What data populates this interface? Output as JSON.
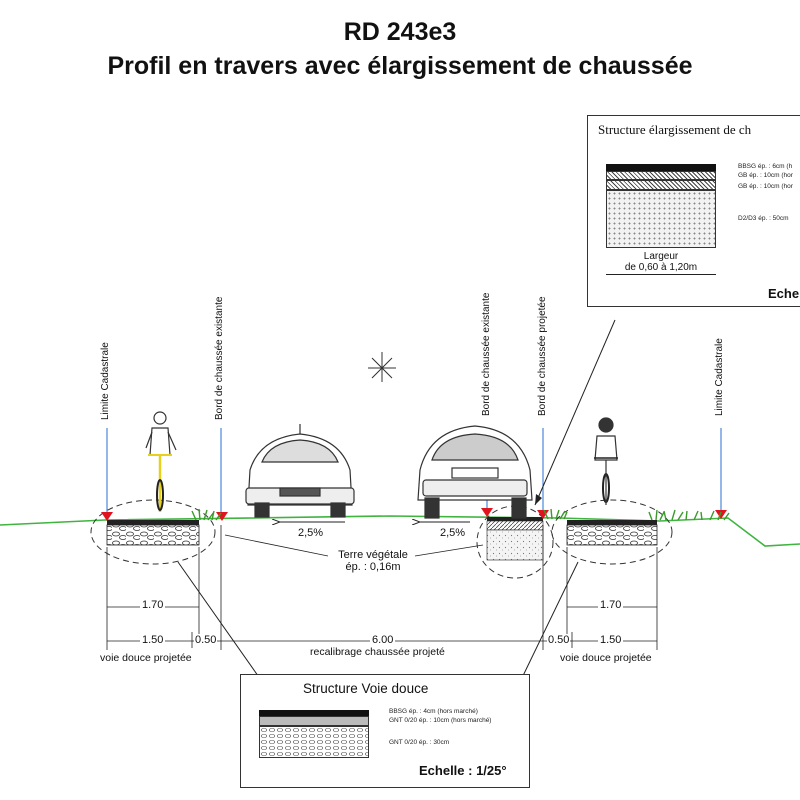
{
  "title": {
    "line1": "RD 243e3",
    "line2": "Profil en travers avec élargissement de chaussée"
  },
  "vertical_labels": {
    "limite_left": "Limite Cadastrale",
    "bord_existante_left": "Bord de chaussée existante",
    "bord_existante_right": "Bord de chaussée existante",
    "bord_projetee": "Bord de chaussée projetée",
    "limite_right": "Limite Cadastrale"
  },
  "slopes": {
    "left": "2,5%",
    "right": "2,5%"
  },
  "terre_vegetale": {
    "line1": "Terre végétale",
    "line2": "ép. : 0,16m"
  },
  "dimensions": {
    "left_170": "1.70",
    "left_150": "1.50",
    "left_050": "0.50",
    "center_600": "6.00",
    "right_050": "0.50",
    "right_150": "1.50",
    "right_170": "1.70",
    "voie_douce_left": "voie douce projetée",
    "recalibrage": "recalibrage chaussée projeté",
    "voie_douce_right": "voie douce projetée"
  },
  "box_elargissement": {
    "title": "Structure élargissement de ch",
    "layers": [
      "BBSG  ép. : 6cm (h",
      "GB ép. : 10cm (hor",
      "GB ép. : 10cm (hor",
      "D2/D3 ép. : 50cm"
    ],
    "largeur_line1": "Largeur",
    "largeur_line2": "de 0,60 à 1,20m",
    "echelle": "Eche"
  },
  "box_voie_douce": {
    "title": "Structure Voie douce",
    "layers": [
      "BBSG  ép. : 4cm (hors marché)",
      "GNT 0/20 ép. : 10cm (hors marché)",
      "GNT 0/20 ép. : 30cm"
    ],
    "echelle": "Echelle : 1/25°"
  },
  "colors": {
    "ground_line": "#3fb43f",
    "marker_red": "#e0141e",
    "pavement_blue": "#2a6fd6",
    "grass": "#3a9a2a",
    "cyclist_yellow": "#e6d21e"
  }
}
